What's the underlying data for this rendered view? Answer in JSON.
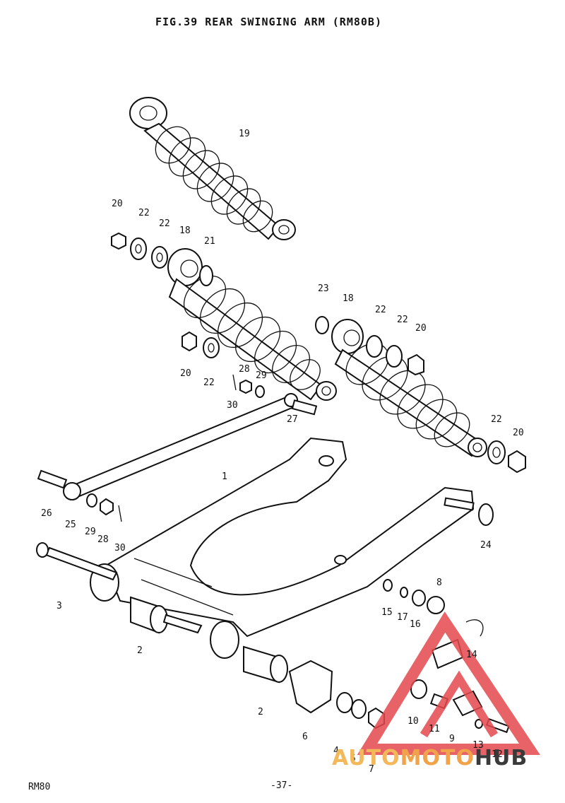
{
  "header": {
    "title": "FIG.39  REAR SWINGING ARM (RM80B)"
  },
  "footer": {
    "model": "RM80",
    "page": "-37-"
  },
  "watermark": {
    "part1": "AUTO",
    "part2": "MOTO",
    "part3": "HUB",
    "color_accent": "#e5484d"
  },
  "callouts": [
    {
      "id": "c19",
      "text": "19"
    },
    {
      "id": "c20a",
      "text": "20"
    },
    {
      "id": "c22a",
      "text": "22"
    },
    {
      "id": "c22b",
      "text": "22"
    },
    {
      "id": "c18a",
      "text": "18"
    },
    {
      "id": "c21",
      "text": "21"
    },
    {
      "id": "c23",
      "text": "23"
    },
    {
      "id": "c18b",
      "text": "18"
    },
    {
      "id": "c22c",
      "text": "22"
    },
    {
      "id": "c22d",
      "text": "22"
    },
    {
      "id": "c20b",
      "text": "20"
    },
    {
      "id": "c20c",
      "text": "20"
    },
    {
      "id": "c22e",
      "text": "22"
    },
    {
      "id": "c28a",
      "text": "28"
    },
    {
      "id": "c29a",
      "text": "29"
    },
    {
      "id": "c30a",
      "text": "30"
    },
    {
      "id": "c27",
      "text": "27"
    },
    {
      "id": "c22f",
      "text": "22"
    },
    {
      "id": "c20d",
      "text": "20"
    },
    {
      "id": "c1",
      "text": "1"
    },
    {
      "id": "c26",
      "text": "26"
    },
    {
      "id": "c25",
      "text": "25"
    },
    {
      "id": "c29b",
      "text": "29"
    },
    {
      "id": "c28b",
      "text": "28"
    },
    {
      "id": "c30b",
      "text": "30"
    },
    {
      "id": "c24",
      "text": "24"
    },
    {
      "id": "c3",
      "text": "3"
    },
    {
      "id": "c8",
      "text": "8"
    },
    {
      "id": "c15",
      "text": "15"
    },
    {
      "id": "c17",
      "text": "17"
    },
    {
      "id": "c16",
      "text": "16"
    },
    {
      "id": "c14",
      "text": "14"
    },
    {
      "id": "c2a",
      "text": "2"
    },
    {
      "id": "c2b",
      "text": "2"
    },
    {
      "id": "c10",
      "text": "10"
    },
    {
      "id": "c11",
      "text": "11"
    },
    {
      "id": "c9",
      "text": "9"
    },
    {
      "id": "c13",
      "text": "13"
    },
    {
      "id": "c12",
      "text": "12"
    },
    {
      "id": "c6",
      "text": "6"
    },
    {
      "id": "c4",
      "text": "4"
    },
    {
      "id": "c5",
      "text": "5"
    },
    {
      "id": "c7",
      "text": "7"
    }
  ]
}
